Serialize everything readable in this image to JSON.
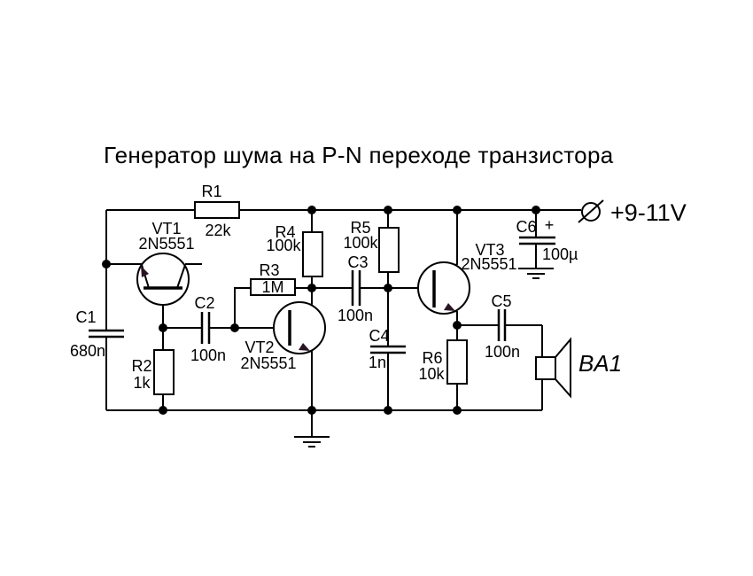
{
  "title": "Генератор шума на P-N переходе транзистора",
  "power_terminal": {
    "label": "+9-11V"
  },
  "colors": {
    "background": "#ffffff",
    "line": "#000000",
    "arrow": "#2a1525"
  },
  "components": {
    "R1": {
      "designator": "R1",
      "value": "22k"
    },
    "R2": {
      "designator": "R2",
      "value": "1k"
    },
    "R3": {
      "designator": "R3",
      "value": "1M"
    },
    "R4": {
      "designator": "R4",
      "value": "100k"
    },
    "R5": {
      "designator": "R5",
      "value": "100k"
    },
    "R6": {
      "designator": "R6",
      "value": "10k"
    },
    "C1": {
      "designator": "C1",
      "value": "680n"
    },
    "C2": {
      "designator": "C2",
      "value": "100n"
    },
    "C3": {
      "designator": "C3",
      "value": "100n"
    },
    "C4": {
      "designator": "C4",
      "value": "1n"
    },
    "C5": {
      "designator": "C5",
      "value": "100n"
    },
    "C6": {
      "designator": "C6",
      "value": "100µ",
      "polarity": "+"
    },
    "VT1": {
      "designator": "VT1",
      "value": "2N5551"
    },
    "VT2": {
      "designator": "VT2",
      "value": "2N5551"
    },
    "VT3": {
      "designator": "VT3",
      "value": "2N5551"
    },
    "BA1": {
      "designator": "BA1"
    }
  }
}
